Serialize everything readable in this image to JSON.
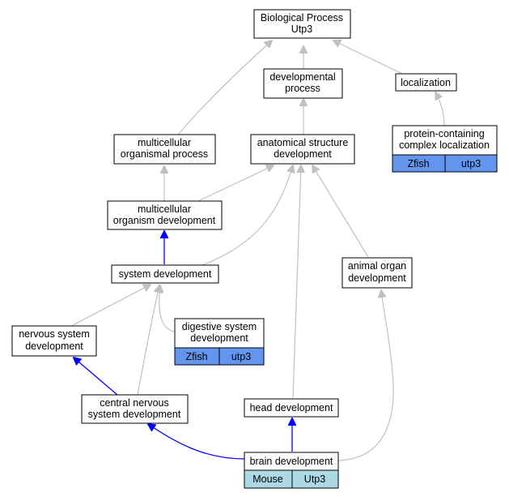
{
  "nodes": {
    "bp": {
      "line1": "Biological Process",
      "line2": "Utp3"
    },
    "devproc": {
      "line1": "developmental",
      "line2": "process"
    },
    "localization": {
      "line1": "localization"
    },
    "multiproc": {
      "line1": "multicellular",
      "line2": "organismal process"
    },
    "anatdev": {
      "line1": "anatomical structure",
      "line2": "development"
    },
    "protloc": {
      "line1": "protein-containing",
      "line2": "complex localization",
      "species": "Zfish",
      "gene": "utp3"
    },
    "multidev": {
      "line1": "multicellular",
      "line2": "organism development"
    },
    "sysdev": {
      "line1": "system development"
    },
    "organdev": {
      "line1": "animal organ",
      "line2": "development"
    },
    "digestive": {
      "line1": "digestive system",
      "line2": "development",
      "species": "Zfish",
      "gene": "utp3"
    },
    "nervous": {
      "line1": "nervous system",
      "line2": "development"
    },
    "cns": {
      "line1": "central nervous",
      "line2": "system development"
    },
    "head": {
      "line1": "head development"
    },
    "brain": {
      "line1": "brain development",
      "species": "Mouse",
      "gene": "Utp3"
    }
  },
  "colors": {
    "edge_default": "#c0c0c0",
    "edge_highlight": "#0000ff",
    "zfish_cell": "#6495ed",
    "mouse_cell": "#add8e6"
  }
}
